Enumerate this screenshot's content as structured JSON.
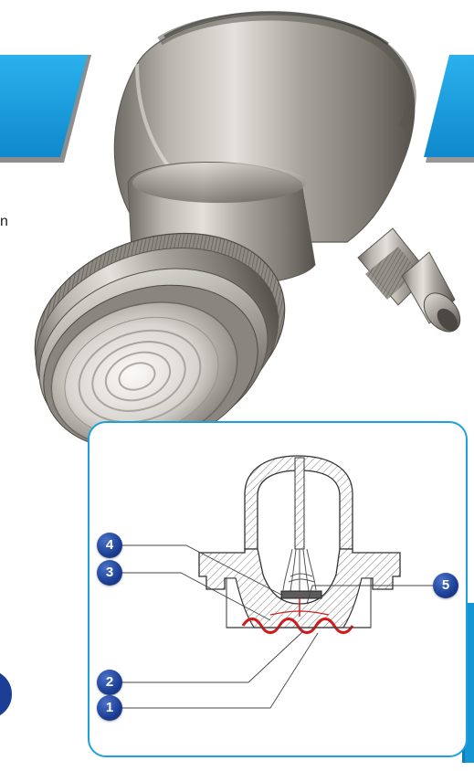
{
  "partial_text": "n",
  "callouts": [
    {
      "number": "1",
      "meaning": ""
    },
    {
      "number": "2",
      "meaning": ""
    },
    {
      "number": "3",
      "meaning": ""
    },
    {
      "number": "4",
      "meaning": ""
    },
    {
      "number": "5",
      "meaning": ""
    }
  ],
  "colors": {
    "accent_blue": "#1fa0dc",
    "marker_blue": "#1c3f95",
    "diaphragm_red": "#d11b1b"
  }
}
